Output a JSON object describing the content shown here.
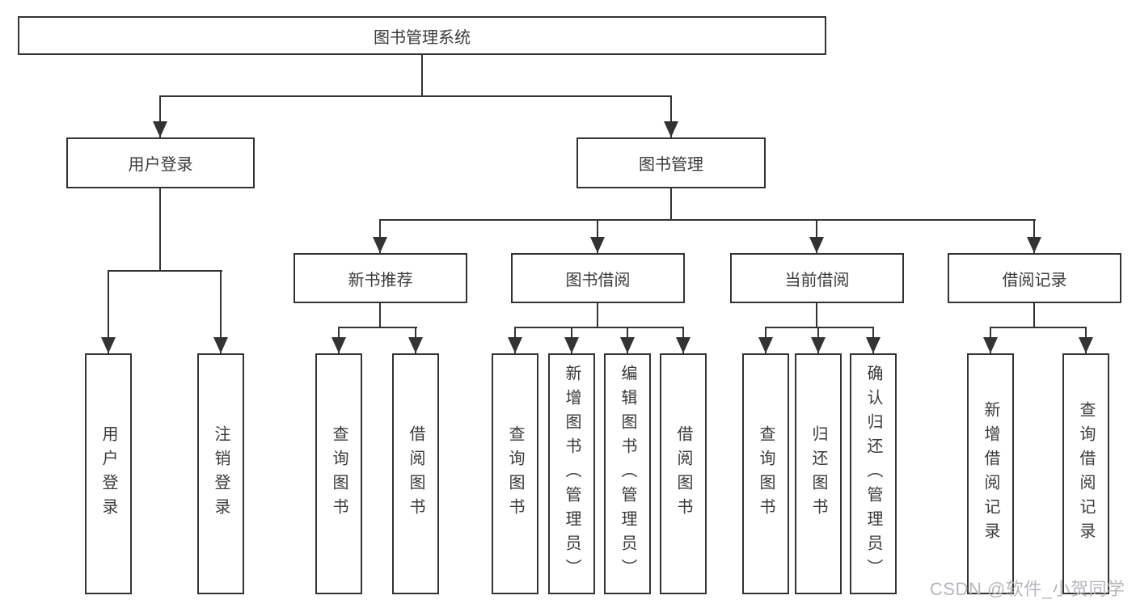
{
  "diagram": {
    "root": {
      "label": "图书管理系统"
    },
    "branches": [
      {
        "label": "用户登录",
        "children": [
          {
            "label": "用户登录"
          },
          {
            "label": "注销登录"
          }
        ]
      },
      {
        "label": "图书管理",
        "children": [
          {
            "label": "新书推荐",
            "children": [
              {
                "label": "查询图书"
              },
              {
                "label": "借阅图书"
              }
            ]
          },
          {
            "label": "图书借阅",
            "children": [
              {
                "label": "查询图书"
              },
              {
                "label": "新增图书（管理员）"
              },
              {
                "label": "编辑图书（管理员）"
              },
              {
                "label": "借阅图书"
              }
            ]
          },
          {
            "label": "当前借阅",
            "children": [
              {
                "label": "查询图书"
              },
              {
                "label": "归还图书"
              },
              {
                "label": "确认归还（管理员）"
              }
            ]
          },
          {
            "label": "借阅记录",
            "children": [
              {
                "label": "新增借阅记录"
              },
              {
                "label": "查询借阅记录"
              }
            ]
          }
        ]
      }
    ]
  },
  "watermark": {
    "text": "CSDN @软件_小贺同学"
  },
  "colors": {
    "line": "#333333",
    "border": "#333333",
    "text": "#3a3a3a",
    "background": "#ffffff",
    "watermark": "#b5b8bc"
  }
}
